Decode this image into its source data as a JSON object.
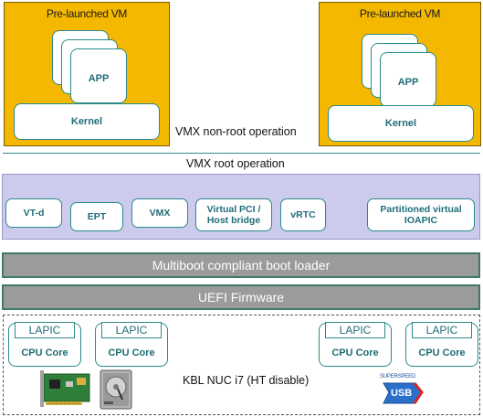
{
  "vms": [
    {
      "title": "Pre-launched VM",
      "app_label": "APP",
      "kernel_label": "Kernel"
    },
    {
      "title": "Pre-launched VM",
      "app_label": "APP",
      "kernel_label": "Kernel"
    }
  ],
  "labels": {
    "non_root": "VMX  non-root operation",
    "root": "VMX  root operation",
    "hw_platform": "KBL NUC  i7 (HT disable)"
  },
  "hypervisor_modules": [
    "VT-d",
    "EPT",
    "VMX",
    "Virtual PCI / Host bridge",
    "vRTC",
    "Partitioned virtual IOAPIC"
  ],
  "boot_layers": {
    "bootloader": "Multiboot compliant boot loader",
    "firmware": "UEFI Firmware"
  },
  "cpus": [
    {
      "lapic": "LAPIC",
      "core": "CPU Core"
    },
    {
      "lapic": "LAPIC",
      "core": "CPU Core"
    },
    {
      "lapic": "LAPIC",
      "core": "CPU Core"
    },
    {
      "lapic": "LAPIC",
      "core": "CPU Core"
    }
  ],
  "devices": {
    "usb_logo_top": "SUPERSPEED",
    "usb_logo_main": "USB"
  },
  "colors": {
    "vm_fill": "#f5b800",
    "root_fill": "#cccbee",
    "bar_fill": "#9b9b9b",
    "accent_text": "#1f6d78"
  }
}
